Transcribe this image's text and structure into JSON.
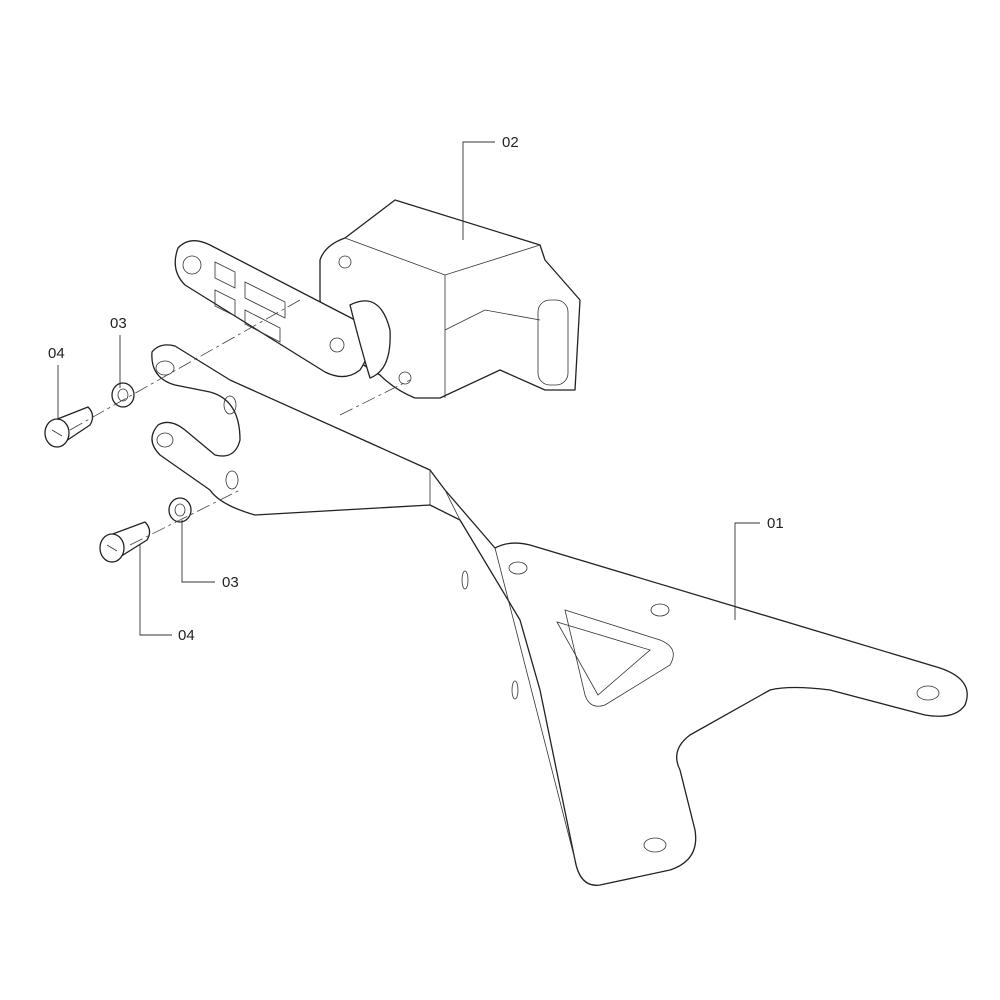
{
  "diagram": {
    "callouts": [
      {
        "id": "01",
        "label": "01",
        "part": "mounting-bracket"
      },
      {
        "id": "02",
        "label": "02",
        "part": "level-sensor"
      },
      {
        "id": "03a",
        "label": "03",
        "part": "washer-upper"
      },
      {
        "id": "04a",
        "label": "04",
        "part": "screw-upper"
      },
      {
        "id": "03b",
        "label": "03",
        "part": "washer-lower"
      },
      {
        "id": "04b",
        "label": "04",
        "part": "screw-lower"
      }
    ],
    "colors": {
      "line": "#222222",
      "background": "#ffffff"
    }
  }
}
